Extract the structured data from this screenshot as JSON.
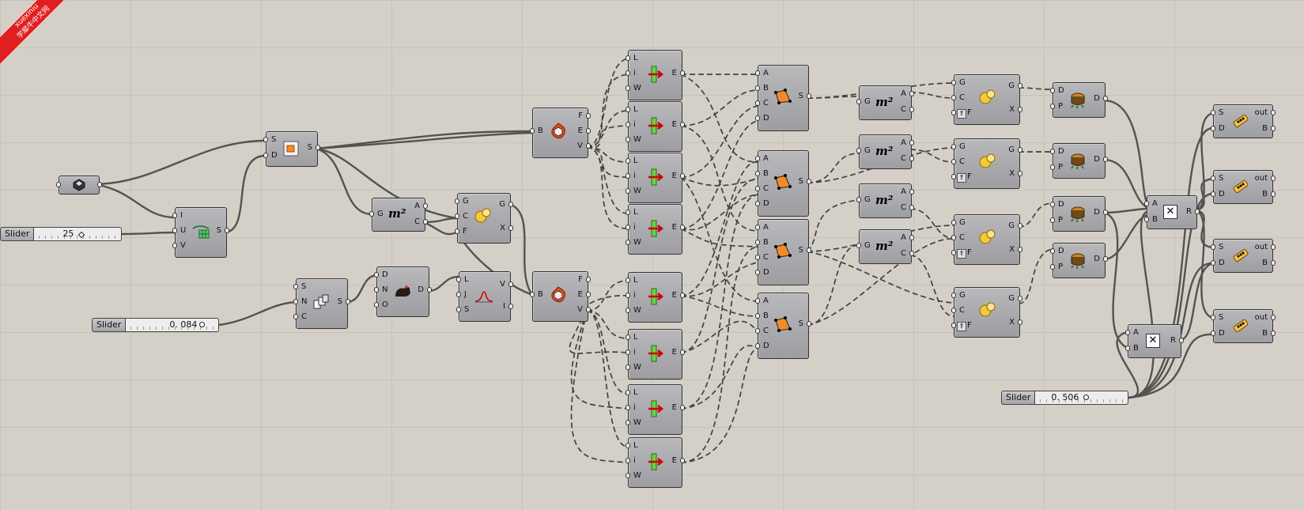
{
  "watermark": {
    "line1": "xuexiniu",
    "line2": "学犀牛中文网"
  },
  "sliders": [
    {
      "name": "Slider",
      "value": "25",
      "fraction": 0.5
    },
    {
      "name": "Slider",
      "value": "0. 084",
      "fraction": 0.84
    },
    {
      "name": "Slider",
      "value": "0. 506",
      "fraction": 0.51
    }
  ],
  "icons": {
    "brep": "brep-param-icon",
    "divide": "divide-surface-icon",
    "subsurface": "subsurface-icon",
    "area": "area-m2-icon",
    "populate": "populate-geometry-icon",
    "deconstruct": "deconstruct-icon",
    "random": "random-reduce-icon",
    "graph": "graph-mapper-icon",
    "explode": "brep-explode-icon",
    "line": "line-sdl-icon",
    "polygon": "four-point-surface-icon",
    "pipe": "polyline-icon",
    "dist": "distance-icon",
    "multiply": "multiplication-icon",
    "bake": "bake-out-icon"
  },
  "nodes": [
    {
      "id": "brep-param",
      "in": [],
      "out": []
    },
    {
      "id": "divide-uv",
      "in": [
        "I",
        "U",
        "V"
      ],
      "out": [
        "S"
      ]
    },
    {
      "id": "subsrf",
      "in": [
        "S",
        "D"
      ],
      "out": [
        "S"
      ]
    },
    {
      "id": "area-1",
      "in": [
        "G"
      ],
      "out": [
        "A",
        "C"
      ]
    },
    {
      "id": "centroid-1",
      "in": [
        "G",
        "C",
        "F"
      ],
      "out": [
        "G",
        "X"
      ]
    },
    {
      "id": "populate",
      "in": [
        "S",
        "N",
        "C"
      ],
      "out": [
        "S"
      ]
    },
    {
      "id": "deconstruct",
      "in": [
        "D",
        "N",
        "O"
      ],
      "out": [
        "D"
      ]
    },
    {
      "id": "graph",
      "in": [
        "L",
        "J",
        "S"
      ],
      "out": [
        "V",
        "I"
      ]
    },
    {
      "id": "explode-1",
      "in": [
        "B"
      ],
      "out": [
        "F",
        "E",
        "V"
      ]
    },
    {
      "id": "explode-2",
      "in": [
        "B"
      ],
      "out": [
        "F",
        "E",
        "V"
      ]
    },
    {
      "id": "line",
      "in": [
        "L",
        "i",
        "W"
      ],
      "out": [
        "E"
      ]
    },
    {
      "id": "srf4",
      "in": [
        "A",
        "B",
        "C",
        "D"
      ],
      "out": [
        "S"
      ]
    },
    {
      "id": "area",
      "in": [
        "G"
      ],
      "out": [
        "A",
        "C"
      ]
    },
    {
      "id": "centroid",
      "in": [
        "G",
        "C",
        "F"
      ],
      "out": [
        "G",
        "X"
      ]
    },
    {
      "id": "dist",
      "in": [
        "D",
        "P"
      ],
      "out": [
        "D"
      ]
    },
    {
      "id": "mult",
      "in": [
        "A",
        "B"
      ],
      "out": [
        "R"
      ]
    },
    {
      "id": "bake",
      "in": [
        "S",
        "D"
      ],
      "out": [
        "out",
        "B"
      ]
    }
  ]
}
